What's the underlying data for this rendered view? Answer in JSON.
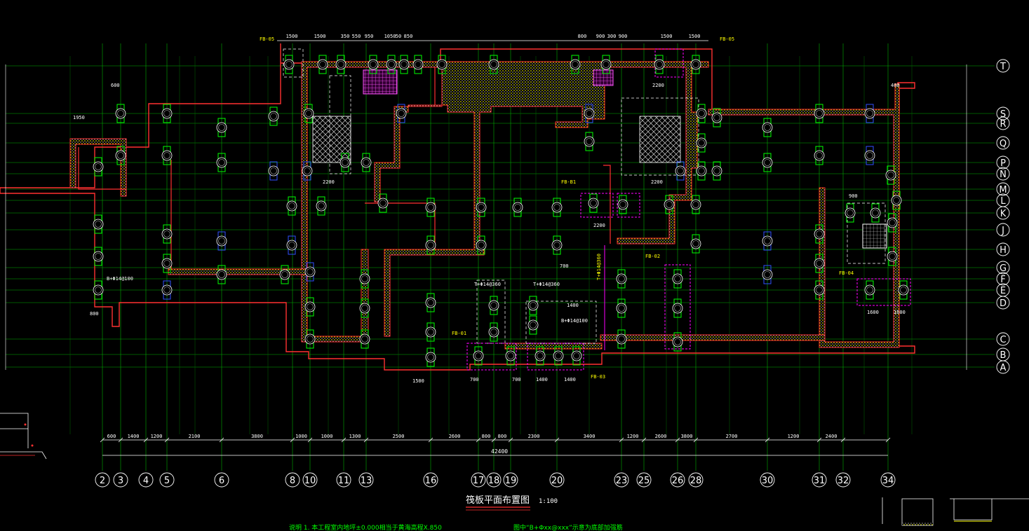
{
  "drawing": {
    "title": "筏板平面布置图",
    "scale": "1:100",
    "note_left": "说明 1.  本工程室内地坪±0.000相当于黄海高程X.850",
    "note_right": "图中“B+Φxx@xxx”示意为底部加强筋",
    "overall_dim": "42400"
  },
  "colors": {
    "wall": "#ff3030",
    "grid": "#00cc00",
    "hatch": "#ffff00",
    "column_green": "#00ff00",
    "column_blue": "#3050ff",
    "magenta": "#ff00ff",
    "dim_white": "#ffffff"
  },
  "row_axes": [
    "T",
    "S",
    "R",
    "Q",
    "P",
    "N",
    "M",
    "L",
    "K",
    "J",
    "H",
    "G",
    "F",
    "E",
    "D",
    "C",
    "B",
    "A"
  ],
  "column_axes": [
    "2",
    "3",
    "4",
    "5",
    "6",
    "8",
    "10",
    "11",
    "13",
    "16",
    "17",
    "18",
    "19",
    "20",
    "23",
    "25",
    "26",
    "28",
    "30",
    "31",
    "32",
    "34"
  ],
  "bottom_dims": [
    "600",
    "1400",
    "1200",
    "2100",
    "3800",
    "1000",
    "1000",
    "1300",
    "2500",
    "2600",
    "800",
    "800",
    "2300",
    "3400",
    "1200",
    "2600",
    "3800",
    "2700",
    "1200",
    "2400"
  ],
  "top_dims": [
    "1500",
    "1500",
    "350",
    "550",
    "950",
    "1050",
    "50",
    "850",
    "800",
    "900",
    "300",
    "900",
    "1500",
    "1500"
  ],
  "labels": {
    "fb05_left": "FB-05",
    "fb05_right": "FB-05",
    "fb01": "FB-01",
    "fb02": "FB-02",
    "fb03": "FB-03",
    "fb04": "FB-04",
    "fbb1": "FB-B1",
    "reinf_1": "B+Φ14@100",
    "reinf_2": "T+Φ14@360",
    "reinf_3": "T+Φ14@360",
    "reinf_4": "B+Φ14@100",
    "reinf_5": "T+Φ14@360",
    "dim_800": "800",
    "dim_600": "600",
    "dim_1950": "1950",
    "dim_2200": "2200",
    "dim_1400": "1400",
    "dim_1600": "1600",
    "dim_700": "700",
    "dim_900": "900",
    "dim_1500": "1500",
    "dim_400": "400"
  }
}
